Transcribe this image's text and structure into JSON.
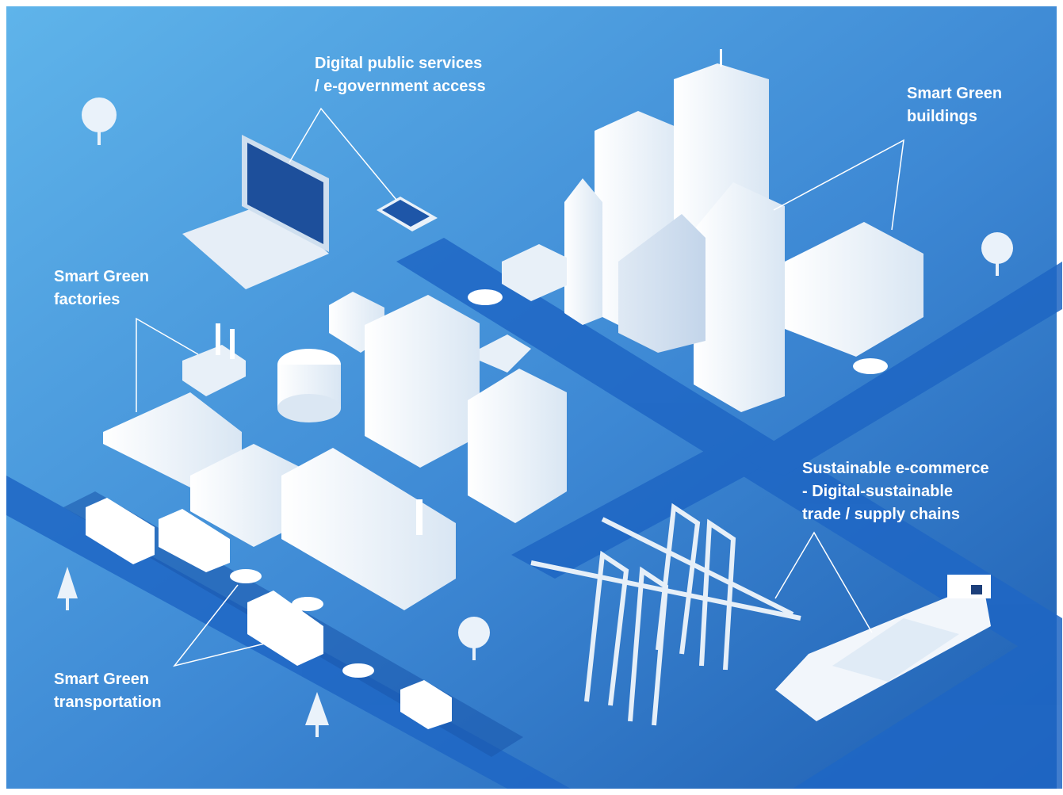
{
  "labels": {
    "digital_services": {
      "line1": "Digital public services",
      "line2": "/ e-government access"
    },
    "buildings": {
      "line1": "Smart Green",
      "line2": "buildings"
    },
    "factories": {
      "line1": "Smart Green",
      "line2": "factories"
    },
    "ecommerce": {
      "line1": "Sustainable e-commerce",
      "line2": "- Digital-sustainable",
      "line3": "trade / supply chains"
    },
    "transportation": {
      "line1": "Smart Green",
      "line2": "transportation"
    }
  },
  "colors": {
    "background_top": "#5aaee6",
    "background_bottom": "#1f62b4",
    "road": "#1d64c2",
    "building": "#f2f6fb",
    "label_text": "#ffffff"
  }
}
